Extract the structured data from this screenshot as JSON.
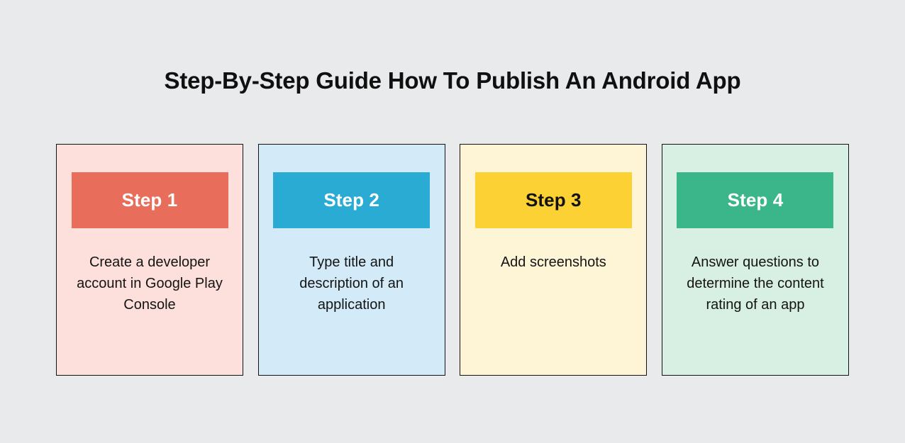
{
  "page": {
    "title": "Step-By-Step Guide How To Publish An Android App",
    "background_color": "#e8eaec"
  },
  "cards": [
    {
      "step_label": "Step 1",
      "description": "Create a developer account in Google Play Console",
      "card_background": "#fddfdb",
      "header_background": "#e86d5a",
      "header_text_color": "#ffffff"
    },
    {
      "step_label": "Step 2",
      "description": "Type title and description of an application",
      "card_background": "#d3ebf8",
      "header_background": "#2aabd4",
      "header_text_color": "#ffffff"
    },
    {
      "step_label": "Step 3",
      "description": "Add screenshots",
      "card_background": "#fdf5d6",
      "header_background": "#fbd134",
      "header_text_color": "#121212"
    },
    {
      "step_label": "Step 4",
      "description": "Answer questions to determine the content rating of an app",
      "card_background": "#d8efe4",
      "header_background": "#3bb68b",
      "header_text_color": "#ffffff"
    }
  ]
}
